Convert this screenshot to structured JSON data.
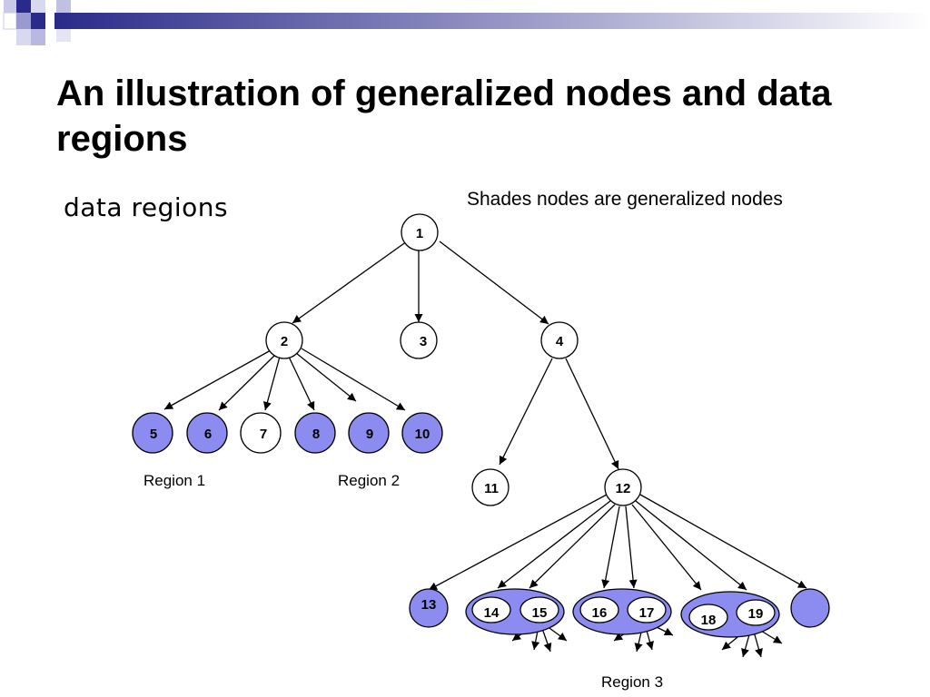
{
  "title": "An illustration of generalized nodes and data regions",
  "subtitle": "data regions",
  "caption": "Shades nodes are generalized nodes",
  "regions": [
    "Region 1",
    "Region 2",
    "Region 3"
  ],
  "colors": {
    "shaded_fill": "#8c8cf0",
    "plain_fill": "#ffffff",
    "stroke": "#000000",
    "deco_dark": "#2a2a8a"
  },
  "nodes": {
    "n1": "1",
    "n2": "2",
    "n3": "3",
    "n4": "4",
    "n5": "5",
    "n6": "6",
    "n7": "7",
    "n8": "8",
    "n9": "9",
    "n10": "10",
    "n11": "11",
    "n12": "12",
    "n13": "13",
    "n14": "14",
    "n15": "15",
    "n16": "16",
    "n17": "17",
    "n18": "18",
    "n19": "19"
  }
}
